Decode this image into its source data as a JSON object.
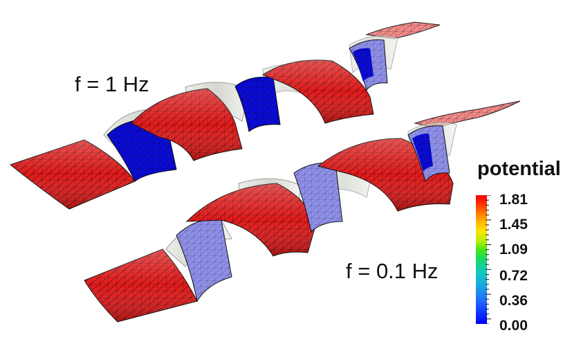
{
  "labels": {
    "top": "f = 1 Hz",
    "bottom": "f = 0.1 Hz"
  },
  "legend": {
    "title": "potential",
    "ticks": [
      "1.81",
      "1.45",
      "1.09",
      "0.72",
      "0.36",
      "0.00"
    ]
  },
  "colors": {
    "high": "#e01818",
    "low": "#0a0adc",
    "mesh": "#222222",
    "ghost": "#d8dcd6"
  }
}
